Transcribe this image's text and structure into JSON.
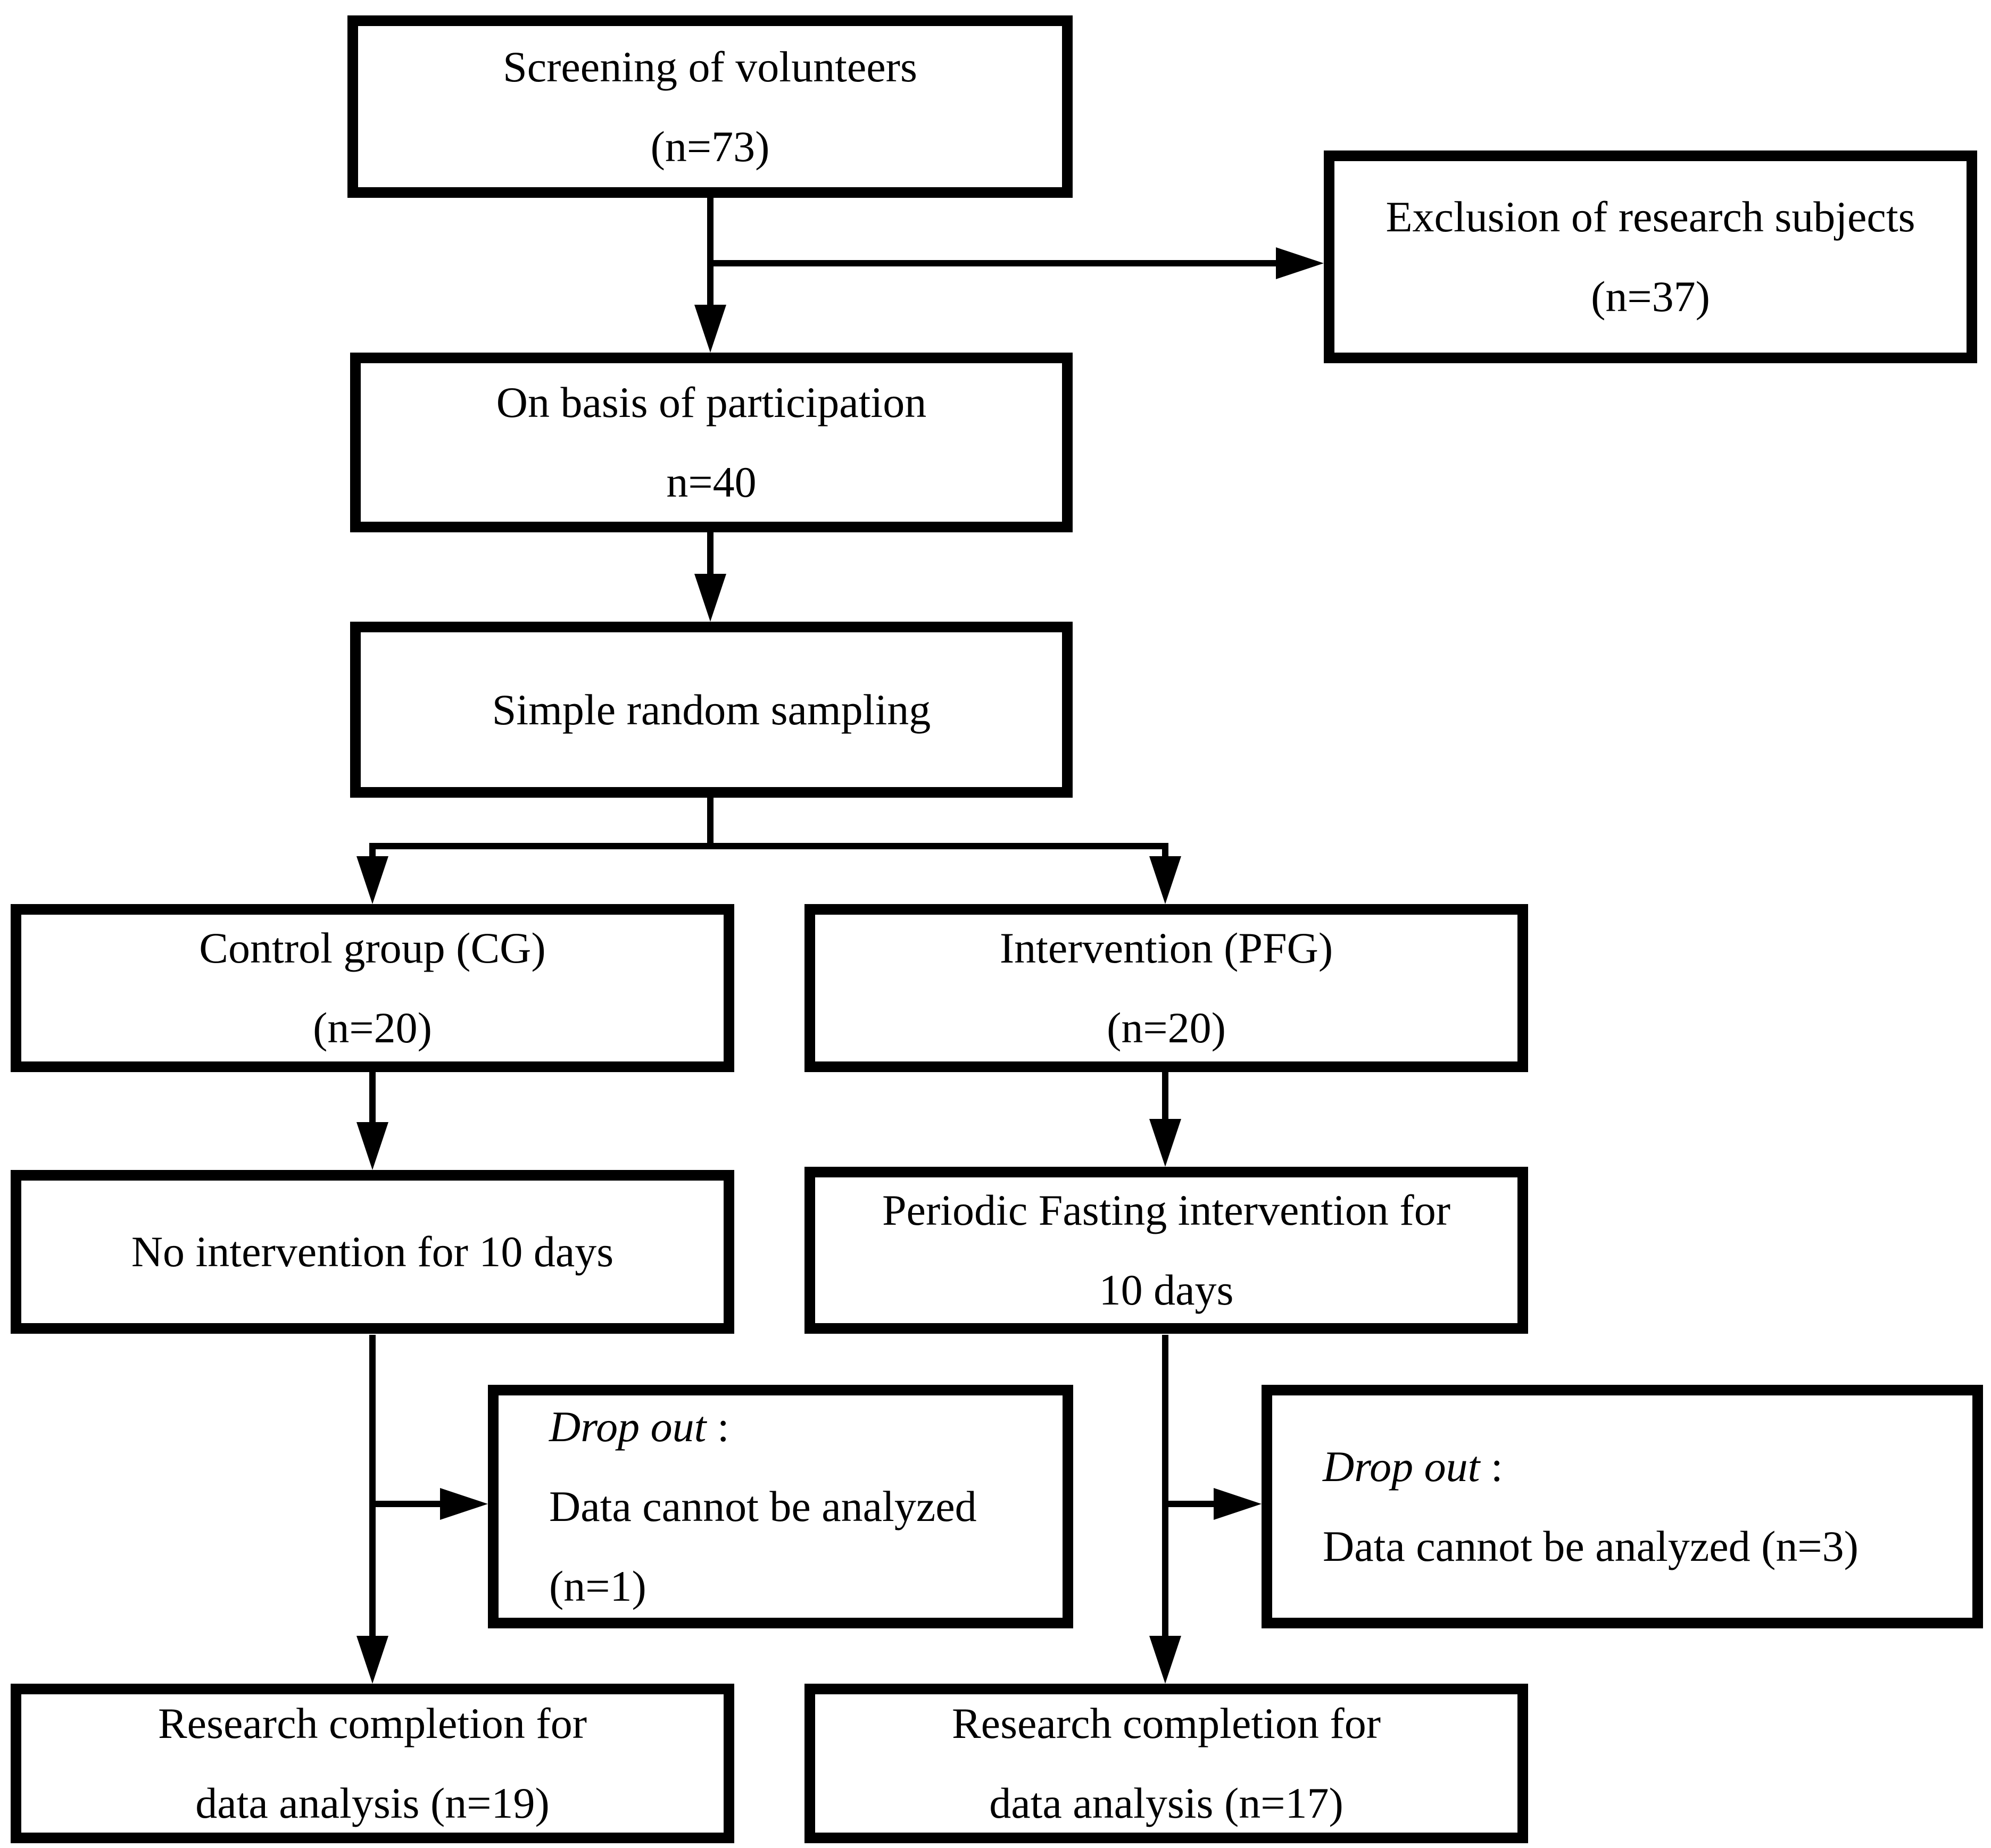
{
  "colors": {
    "ink": "#000000",
    "bg": "#ffffff"
  },
  "boxes": {
    "screening": {
      "line1": "Screening of volunteers",
      "line2": "(n=73)"
    },
    "exclusion": {
      "line1": "Exclusion of research subjects",
      "line2": "(n=37)"
    },
    "participation": {
      "line1": "On basis of participation",
      "line2": "n=40"
    },
    "sampling": {
      "line1": "Simple random sampling"
    },
    "control": {
      "line1": "Control group (CG)",
      "line2": "(n=20)"
    },
    "intervention": {
      "line1": "Intervention (PFG)",
      "line2": "(n=20)"
    },
    "no_intervention": {
      "line1": "No intervention for 10 days"
    },
    "fasting": {
      "line1": "Periodic Fasting intervention for",
      "line2": "10 days"
    },
    "dropout_left": {
      "title": "Drop out",
      "colon": " :",
      "line2": "Data cannot be analyzed",
      "line3": "(n=1)"
    },
    "dropout_right": {
      "title": "Drop out",
      "colon": " :",
      "line2": "Data cannot be analyzed (n=3)"
    },
    "completion_left": {
      "line1": "Research completion for",
      "line2": "data analysis (n=19)"
    },
    "completion_right": {
      "line1": "Research completion for",
      "line2": "data analysis (n=17)"
    }
  }
}
